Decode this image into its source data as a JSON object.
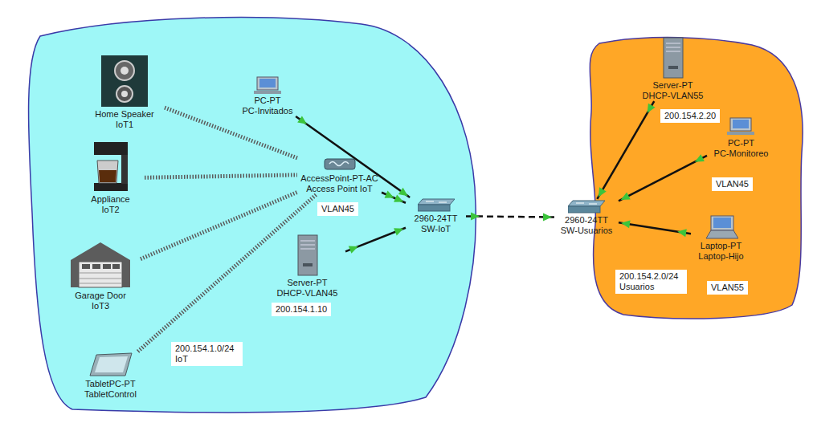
{
  "diagram": {
    "nodes": [
      {
        "text": [
          "200.154.1.0/24 IoT"
        ]
      },
      {
        "text": [
          "Home Speaker",
          "IoT1"
        ],
        "in": 0
      },
      {
        "text": [
          "Appliance",
          "IoT2"
        ],
        "in": 0
      },
      {
        "text": [
          "Garage Door",
          "IoT3"
        ],
        "in": 0
      },
      {
        "text": [
          "TabletPC-PT",
          "TabletControl"
        ],
        "in": 0
      },
      {
        "text": [
          "PC-PT",
          "PC-Invitados"
        ],
        "in": 0
      },
      {
        "text": [
          "AccessPoint-PT-AC",
          "Access Point IoT"
        ],
        "in": 0
      },
      {
        "text": [
          "2960-24TT",
          "SW-IoT"
        ],
        "in": 0
      },
      {
        "text": [
          "Server-PT",
          "DHCP-VLAN45"
        ],
        "in": 0
      },
      {
        "text": [
          "200.154.2.0/24 Usuarios"
        ]
      },
      {
        "text": [
          "Server-PT",
          "DHCP-VLAN55"
        ],
        "in": 9
      },
      {
        "text": [
          "PC-PT",
          "PC-Monitoreo"
        ],
        "in": 9
      },
      {
        "text": [
          "2960-24TT",
          "SW-Usuarios"
        ],
        "in": 9
      },
      {
        "text": [
          "Laptop-PT",
          "Laptop-Hijo"
        ],
        "in": 9
      }
    ],
    "edges": [
      {
        "from": 1,
        "to": 6,
        "arrow": "none"
      },
      {
        "from": 2,
        "to": 6,
        "arrow": "none"
      },
      {
        "from": 3,
        "to": 6,
        "arrow": "none"
      },
      {
        "from": 4,
        "to": 6,
        "arrow": "none"
      },
      {
        "from": 5,
        "to": 7,
        "arrow": "none"
      },
      {
        "from": 6,
        "to": 7,
        "arrow": "none"
      },
      {
        "from": 8,
        "to": 7,
        "arrow": "none"
      },
      {
        "from": 7,
        "to": 12,
        "arrow": "none"
      },
      {
        "from": 10,
        "to": 12,
        "arrow": "none"
      },
      {
        "from": 11,
        "to": 12,
        "arrow": "none"
      },
      {
        "from": 13,
        "to": 12,
        "arrow": "none"
      }
    ],
    "labels": [
      "VLAN45",
      "200.154.1.10",
      "200.154.2.20",
      "VLAN45",
      "VLAN55"
    ]
  }
}
